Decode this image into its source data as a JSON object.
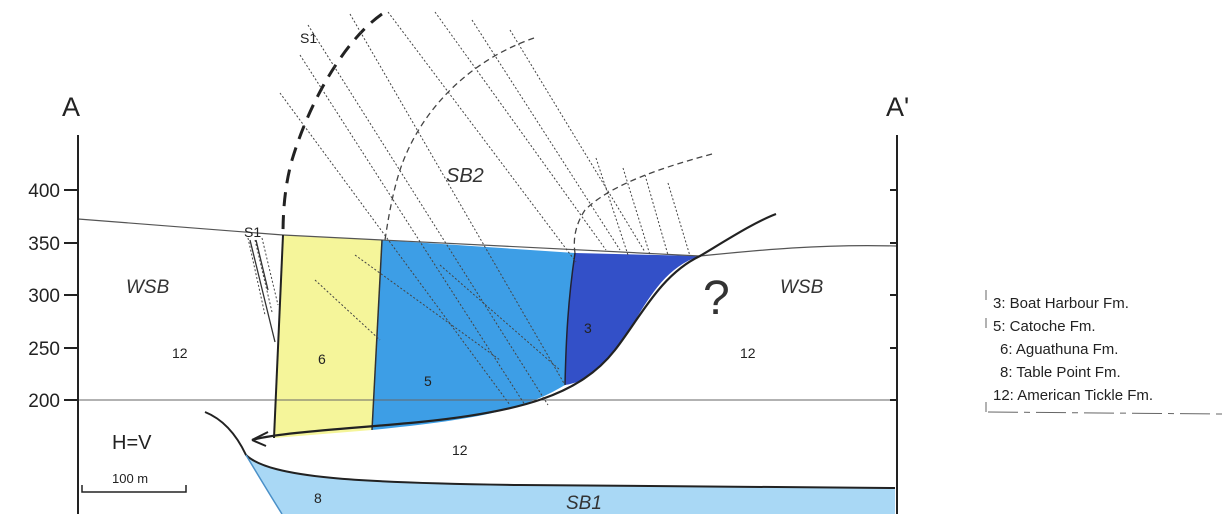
{
  "section": {
    "left_end": "A",
    "right_end": "A'",
    "scale_note": "H=V",
    "scale_bar_label": "100 m",
    "y_ticks": [
      "400",
      "350",
      "300",
      "250",
      "200"
    ],
    "fault_labels": [
      "S1",
      "S1"
    ],
    "structure_labels": {
      "sb2": "SB2",
      "sb1": "SB1",
      "wsb_left": "WSB",
      "wsb_right": "WSB",
      "question": "?"
    },
    "unit_labels": {
      "u12_left": "12",
      "u6": "6",
      "u5": "5",
      "u3": "3",
      "u12_right": "12",
      "u12_bottom": "12",
      "u8": "8"
    }
  },
  "legend": {
    "items": [
      "3: Boat Harbour Fm.",
      "5: Catoche Fm.",
      "6: Aguathuna Fm.",
      "8: Table Point Fm.",
      "12: American Tickle Fm."
    ]
  },
  "colors": {
    "unit_6": "#f5f59a",
    "unit_5": "#3d9ee6",
    "unit_3": "#3350c8",
    "unit_8": "#a9d8f5"
  }
}
